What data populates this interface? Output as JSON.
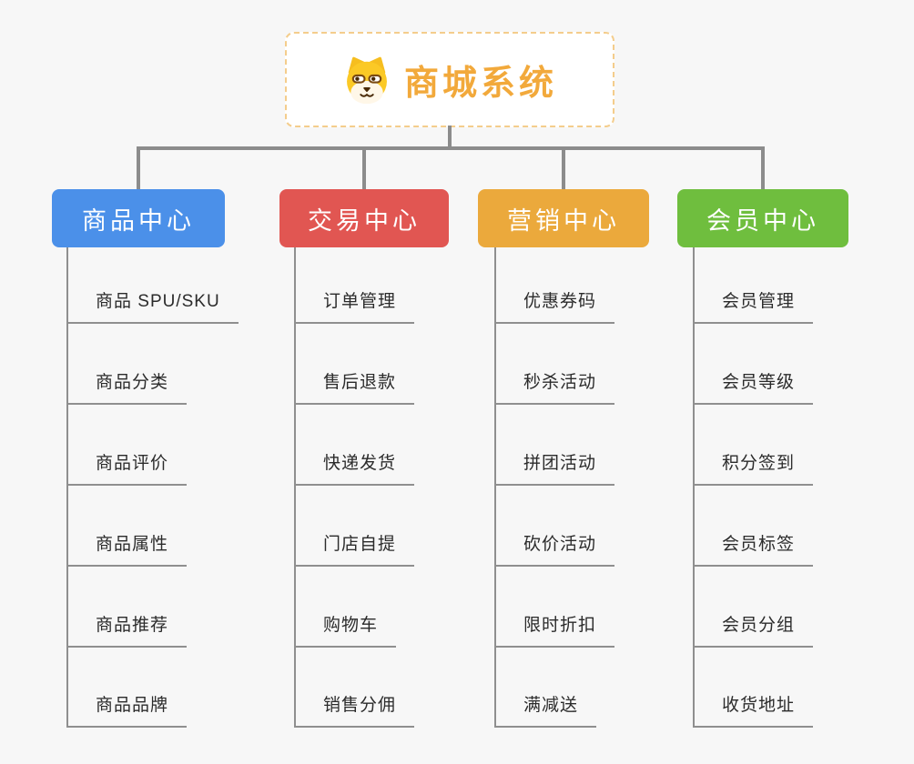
{
  "root": {
    "title": "商城系统",
    "icon": "dog-face-icon",
    "accent_color": "#F2A93B"
  },
  "connector_color": "#8C8C8C",
  "branches": [
    {
      "label": "商品中心",
      "color": "#4B90E9",
      "items": [
        "商品 SPU/SKU",
        "商品分类",
        "商品评价",
        "商品属性",
        "商品推荐",
        "商品品牌"
      ]
    },
    {
      "label": "交易中心",
      "color": "#E15652",
      "items": [
        "订单管理",
        "售后退款",
        "快递发货",
        "门店自提",
        "购物车",
        "销售分佣"
      ]
    },
    {
      "label": "营销中心",
      "color": "#EBA93C",
      "items": [
        "优惠券码",
        "秒杀活动",
        "拼团活动",
        "砍价活动",
        "限时折扣",
        "满减送"
      ]
    },
    {
      "label": "会员中心",
      "color": "#6FBE3E",
      "items": [
        "会员管理",
        "会员等级",
        "积分签到",
        "会员标签",
        "会员分组",
        "收货地址"
      ]
    }
  ]
}
